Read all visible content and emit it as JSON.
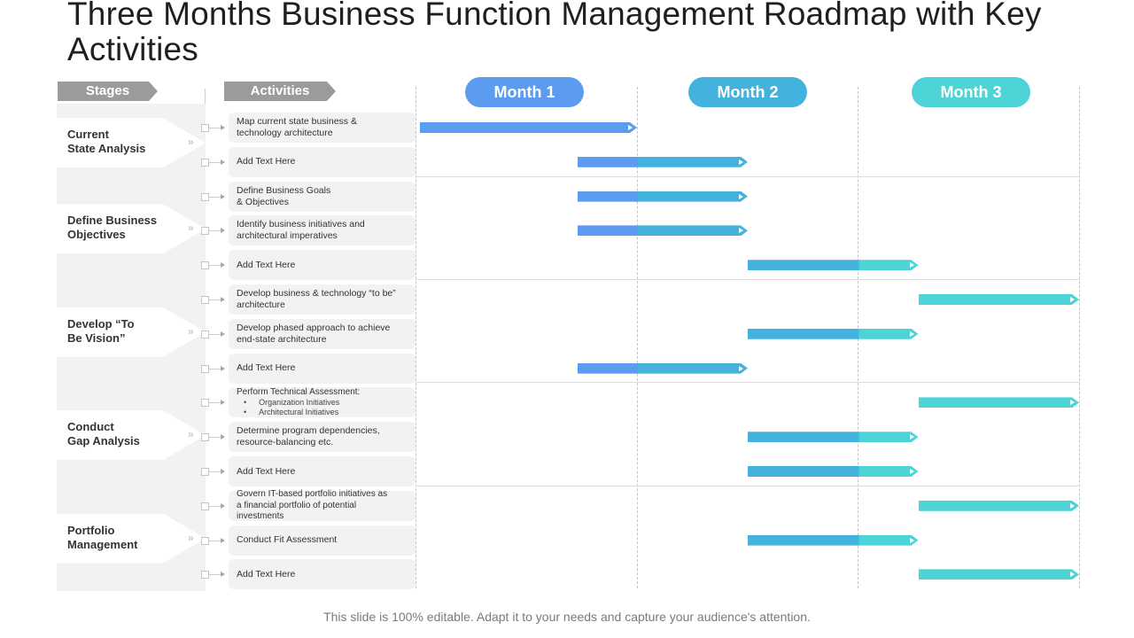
{
  "title": "Three Months Business Function  Management Roadmap with Key Activities",
  "headers": {
    "stages": "Stages",
    "activities": "Activities"
  },
  "months": [
    {
      "label": "Month 1",
      "color": "#5b9bf0"
    },
    {
      "label": "Month 2",
      "color": "#43b3de"
    },
    {
      "label": "Month 3",
      "color": "#4ed3d6"
    }
  ],
  "stages": [
    {
      "label": "Current\nState Analysis"
    },
    {
      "label": "Define Business\nObjectives"
    },
    {
      "label": "Develop “To\nBe Vision”"
    },
    {
      "label": "Conduct\nGap Analysis"
    },
    {
      "label": "Portfolio\nManagement"
    }
  ],
  "activities": [
    {
      "text": "Map  current state business &\ntechnology architecture",
      "stage": 0,
      "start": 0.0,
      "end": 1.0
    },
    {
      "text": "Add Text Here",
      "stage": 0,
      "start": 0.73,
      "end": 1.5
    },
    {
      "text": "Define Business Goals\n& Objectives",
      "stage": 1,
      "start": 0.73,
      "end": 1.5
    },
    {
      "text": "Identify business initiatives and\narchitectural imperatives",
      "stage": 1,
      "start": 0.73,
      "end": 1.5
    },
    {
      "text": "Add Text Here",
      "stage": 1,
      "start": 1.5,
      "end": 2.27
    },
    {
      "text": "Develop business & technology “to be”\narchitecture",
      "stage": 2,
      "start": 2.27,
      "end": 3.0
    },
    {
      "text": "Develop phased approach to achieve\nend-state architecture",
      "stage": 2,
      "start": 1.5,
      "end": 2.27
    },
    {
      "text": "Add Text Here",
      "stage": 2,
      "start": 0.73,
      "end": 1.5
    },
    {
      "text": "Perform Technical Assessment:",
      "sub": [
        "Organization  Initiatives",
        "Architectural Initiatives"
      ],
      "stage": 3,
      "start": 2.27,
      "end": 3.0
    },
    {
      "text": "Determine program dependencies,\nresource-balancing etc.",
      "stage": 3,
      "start": 1.5,
      "end": 2.27
    },
    {
      "text": "Add Text Here",
      "stage": 3,
      "start": 1.5,
      "end": 2.27
    },
    {
      "text": "Govern IT-based portfolio initiatives as\na financial portfolio of potential\ninvestments",
      "stage": 4,
      "start": 2.27,
      "end": 3.0
    },
    {
      "text": "Conduct Fit Assessment",
      "stage": 4,
      "start": 1.5,
      "end": 2.27
    },
    {
      "text": "Add Text Here",
      "stage": 4,
      "start": 2.27,
      "end": 3.0
    }
  ],
  "footer": "This slide is 100% editable. Adapt it to your needs and capture your audience's attention."
}
